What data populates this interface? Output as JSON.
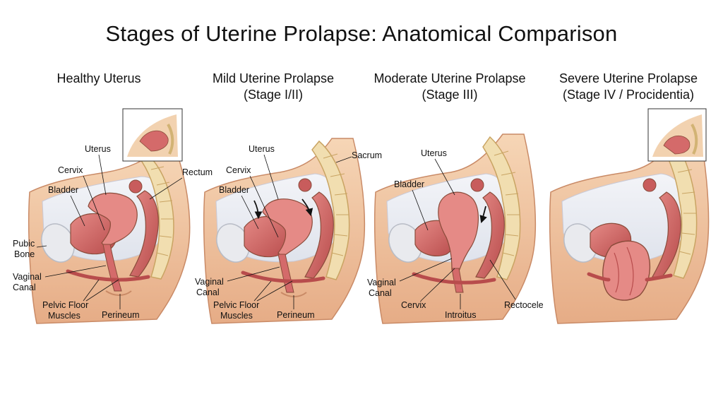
{
  "title": "Stages of Uterine Prolapse: Anatomical Comparison",
  "panels": [
    {
      "title_line1": "Healthy Uterus",
      "title_line2": "",
      "labels": {
        "uterus": "Uterus",
        "cervix": "Cervix",
        "bladder": "Bladder",
        "rectum": "Rectum",
        "pubic_bone_1": "Pubic",
        "pubic_bone_2": "Bone",
        "vaginal_canal_1": "Vaginal",
        "vaginal_canal_2": "Canal",
        "pelvic_floor_1": "Pelvic Floor",
        "pelvic_floor_2": "Muscles",
        "perineum": "Perineum"
      }
    },
    {
      "title_line1": "Mild Uterine Prolapse",
      "title_line2": "(Stage I/II)",
      "labels": {
        "uterus": "Uterus",
        "cervix": "Cervix",
        "bladder": "Bladder",
        "sacrum": "Sacrum",
        "vaginal_canal_1": "Vaginal",
        "vaginal_canal_2": "Canal",
        "pelvic_floor_1": "Pelvic Floor",
        "pelvic_floor_2": "Muscles",
        "perineum": "Perineum"
      }
    },
    {
      "title_line1": "Moderate Uterine Prolapse",
      "title_line2": "(Stage III)",
      "labels": {
        "uterus": "Uterus",
        "bladder": "Bladder",
        "vaginal_canal_1": "Vaginal",
        "vaginal_canal_2": "Canal",
        "cervix": "Cervix",
        "introitus": "Introitus",
        "rectocele": "Rectocele"
      }
    },
    {
      "title_line1": "Severe Uterine Prolapse",
      "title_line2": "(Stage IV / Procidentia)",
      "labels": {}
    }
  ],
  "colors": {
    "skin": "#f3c9a2",
    "skin_dark": "#dca07c",
    "organ": "#d46a6a",
    "organ_light": "#eea4a0",
    "bone": "#f1deb0",
    "bone_dark": "#d2b374",
    "cavity": "#eaedf3",
    "outline": "#8a4b3a"
  }
}
